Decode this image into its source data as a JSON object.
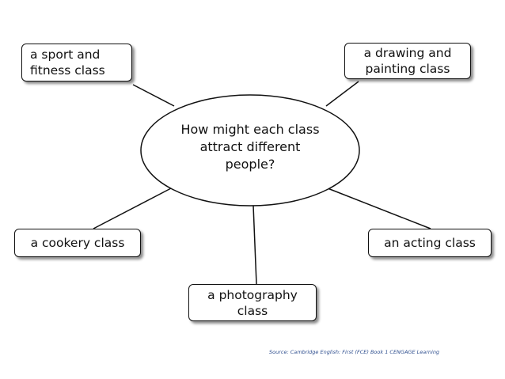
{
  "diagram": {
    "center_question": "How might each class\nattract different\npeople?",
    "classes": {
      "sport": "a sport and\nfitness class",
      "drawing": "a drawing and\npainting class",
      "cookery": "a cookery class",
      "acting": "an acting class",
      "photography": "a photography\nclass"
    },
    "source": "Source: Cambridge English: First (FCE) Book 1 CENGAGE Learning",
    "colors": {
      "outline": "#111111",
      "source_text": "#2f4f8f"
    }
  }
}
